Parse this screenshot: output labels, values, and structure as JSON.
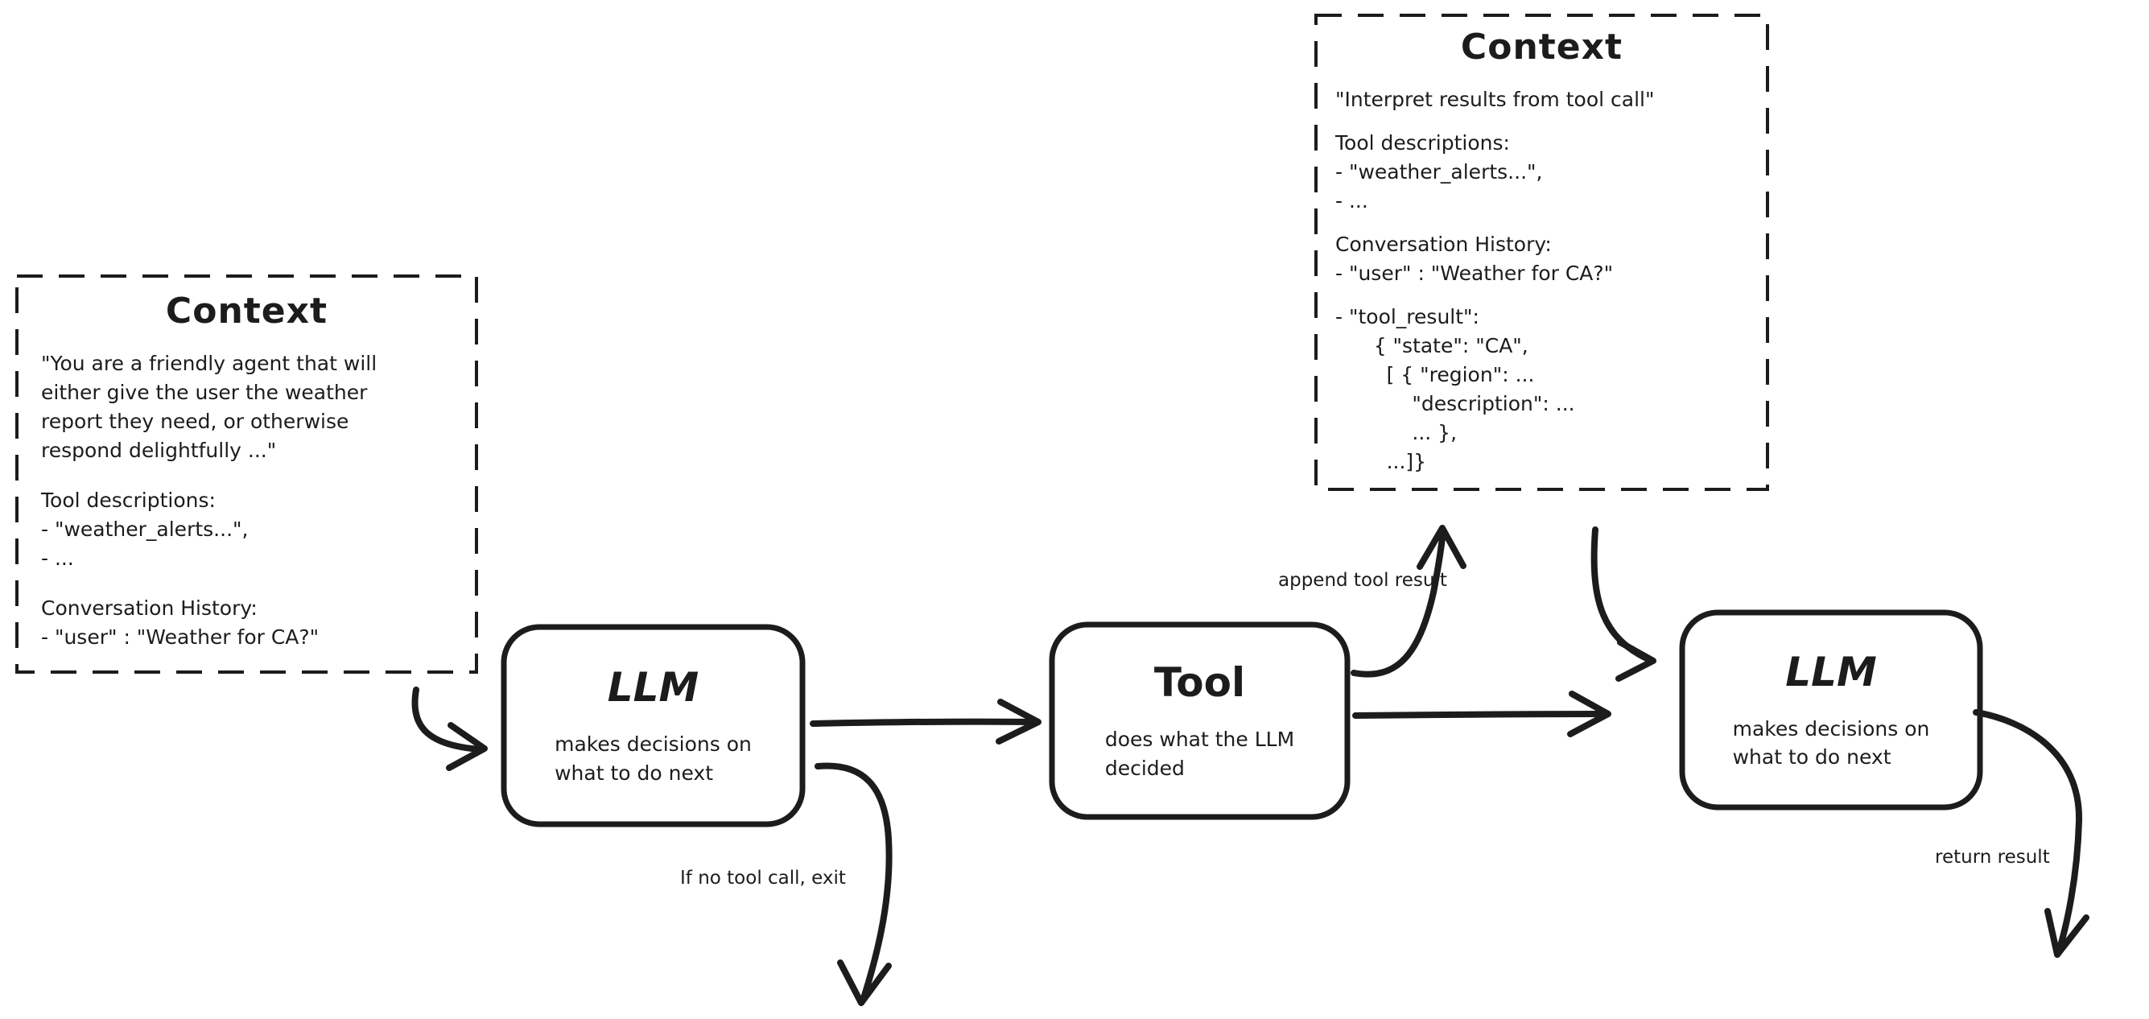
{
  "colors": {
    "ink": "#1c1c1c",
    "background": "#ffffff"
  },
  "boxes": {
    "context_left": {
      "title": "Context",
      "system_prompt": "\"You are a friendly agent that will\neither give the user the weather\nreport they need, or otherwise\nrespond delightfully ...\"",
      "tool_descriptions": "Tool descriptions:\n- \"weather_alerts...\",\n- ...",
      "conversation_history": "Conversation History:\n- \"user\" : \"Weather for CA?\""
    },
    "context_top": {
      "title": "Context",
      "instruction": "\"Interpret results from tool call\"",
      "tool_descriptions": "Tool descriptions:\n- \"weather_alerts...\",\n- ...",
      "conversation_history": "Conversation History:\n- \"user\" : \"Weather for CA?\"",
      "tool_result": "- \"tool_result\":\n      { \"state\": \"CA\",\n        [ { \"region\": ...\n            \"description\": ...\n            ... },\n        ...]}"
    },
    "llm_1": {
      "title": "LLM",
      "subtitle": "makes decisions on\nwhat to do next"
    },
    "tool": {
      "title": "Tool",
      "subtitle": "does what the LLM\ndecided"
    },
    "llm_2": {
      "title": "LLM",
      "subtitle": "makes decisions on\nwhat to do next"
    }
  },
  "labels": {
    "append_tool_result": "append tool result",
    "no_tool_call_exit": "If no tool call, exit",
    "return_result": "return result"
  }
}
